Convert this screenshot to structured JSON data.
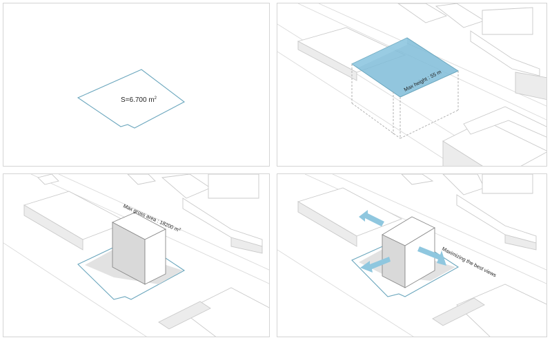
{
  "panels": [
    {
      "id": "site-area",
      "label": "S=6.700 m",
      "sup": "2"
    },
    {
      "id": "max-height",
      "label": "Max height : 55 m"
    },
    {
      "id": "max-gross-area",
      "label": "Max gross area : 18200 m",
      "sup": "2"
    },
    {
      "id": "best-views",
      "label": "Maximizing the best views"
    }
  ],
  "colors": {
    "accent_blue": "#8fc7df",
    "volume_blue": "#7fbcd8",
    "plot_outline": "#6aa6bd",
    "context_stroke": "#c9c9c9",
    "shadow_gray": "#e2e2e2"
  }
}
